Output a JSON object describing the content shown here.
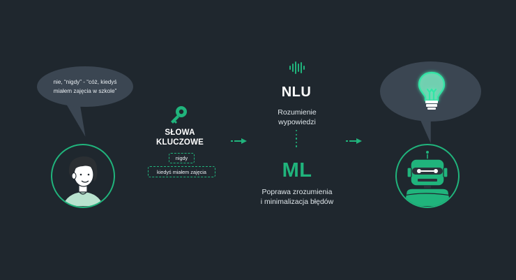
{
  "speech": {
    "user_text": "nie, “nigdy” - “cóż, kiedyś miałem zajęcia w szkole”"
  },
  "keywords": {
    "title_line1": "SŁOWA",
    "title_line2": "KLUCZOWE",
    "chips": [
      "nigdy",
      "kiedyś miałem zajęcia"
    ]
  },
  "nlu": {
    "title": "NLU",
    "desc_line1": "Rozumienie",
    "desc_line2": "wypowiedzi"
  },
  "ml": {
    "title": "ML",
    "desc_line1": "Poprawa zrozumienia",
    "desc_line2": "i minimalizacja błędów"
  },
  "colors": {
    "background": "#1f272e",
    "bubble": "#3b4652",
    "accent": "#20b47c",
    "text": "#ffffff"
  },
  "icons": [
    "key-icon",
    "sound-wave-icon",
    "lightbulb-icon",
    "arrow-right-icon",
    "robot-icon",
    "person-avatar"
  ]
}
